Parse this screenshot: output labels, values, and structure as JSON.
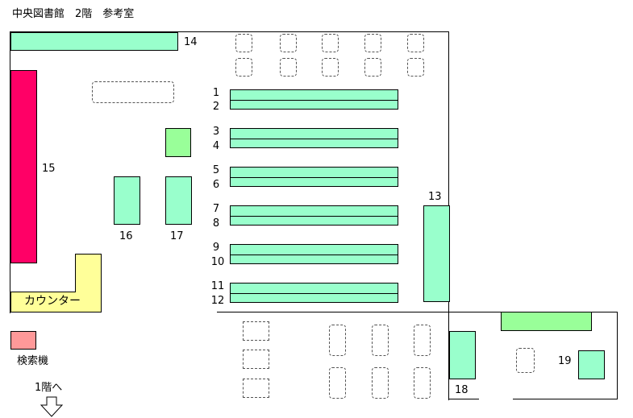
{
  "title": "中央図書館　2階　参考室",
  "labels": {
    "counter": "カウンター",
    "search_terminal": "検索機",
    "to_first_floor": "1階へ"
  },
  "shelf_numbers": [
    "1",
    "2",
    "3",
    "4",
    "5",
    "6",
    "7",
    "8",
    "9",
    "10",
    "11",
    "12",
    "13",
    "14",
    "15",
    "16",
    "17",
    "18",
    "19"
  ],
  "colors": {
    "shelf": "#99ffcc",
    "table": "#99ff99",
    "wall_shelf_15": "#ff0066",
    "counter": "#ffff99",
    "search_terminal": "#ff9999"
  }
}
